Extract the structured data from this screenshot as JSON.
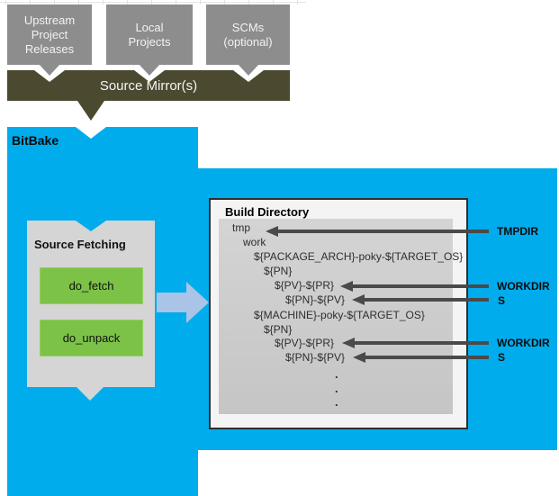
{
  "top_sources": [
    {
      "label": "Upstream\nProject\nReleases"
    },
    {
      "label": "Local\nProjects"
    },
    {
      "label": "SCMs\n(optional)"
    }
  ],
  "source_mirror": {
    "label": "Source Mirror(s)"
  },
  "bitbake": {
    "label": "BitBake"
  },
  "source_fetching": {
    "title": "Source Fetching",
    "tasks": [
      "do_fetch",
      "do_unpack"
    ]
  },
  "build_directory": {
    "title": "Build Directory",
    "tree": [
      "tmp",
      "work",
      "${PACKAGE_ARCH}-poky-${TARGET_OS}",
      "${PN}",
      "${PV}-${PR}",
      "${PN}-${PV}",
      "${MACHINE}-poky-${TARGET_OS}",
      "${PN}",
      "${PV}-${PR}",
      "${PN}-${PV}"
    ],
    "ellipsis": [
      ".",
      ".",
      "."
    ]
  },
  "annotations": [
    "TMPDIR",
    "WORKDIR",
    "S",
    "WORKDIR",
    "S"
  ],
  "colors": {
    "bitbake_blue": "#00ACEC",
    "mirror_olive": "#4B4A31",
    "source_box_gray": "#8D8D8D",
    "fetching_box_gray": "#D5D5D5",
    "task_green": "#7CC247",
    "flow_arrow_blue": "#A9C4E6",
    "annotation_arrow_gray": "#4A4A4A"
  }
}
